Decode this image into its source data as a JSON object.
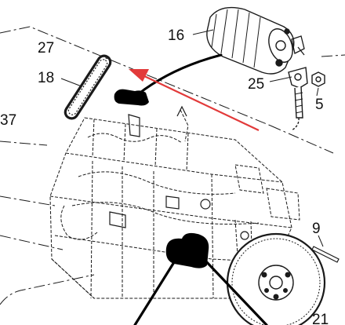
{
  "diagram": {
    "callouts": {
      "c27": "27",
      "c16": "16",
      "c18": "18",
      "c25": "25",
      "c5": "5",
      "c37": "37",
      "c9": "9",
      "c21": "21"
    },
    "colors": {
      "line": "#1a1a1a",
      "arrow": "#e23a3a",
      "mask": "#000000",
      "background": "#ffffff"
    },
    "icons": [
      "alternator-icon",
      "drive-belt-icon",
      "bracket-icon",
      "nut-icon",
      "flywheel-icon"
    ]
  }
}
